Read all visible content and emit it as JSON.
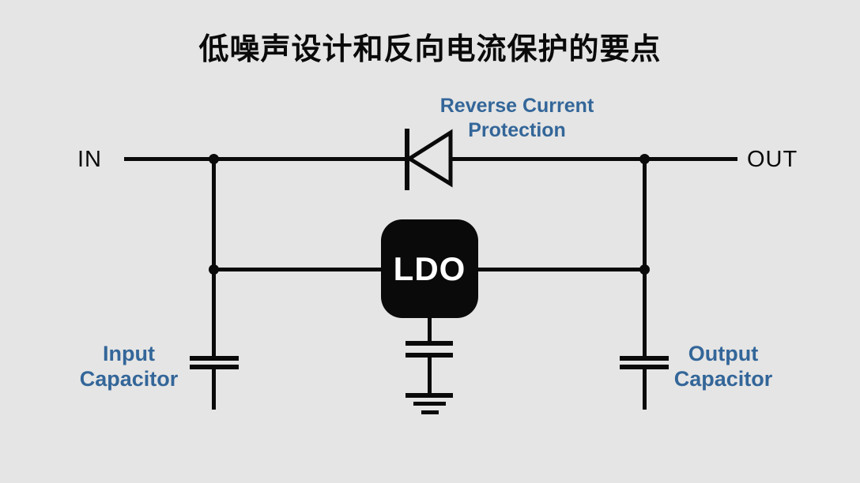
{
  "title": "低噪声设计和反向电流保护的要点",
  "colors": {
    "background": "#e5e5e5",
    "line": "#0a0a0a",
    "label_blue": "#336699",
    "ldo_text": "#ffffff"
  },
  "diagram": {
    "input_terminal": "IN",
    "output_terminal": "OUT",
    "diode_label_line1": "Reverse Current",
    "diode_label_line2": "Protection",
    "ldo_label": "LDO",
    "input_cap_label_line1": "Input",
    "input_cap_label_line2": "Capacitor",
    "output_cap_label_line1": "Output",
    "output_cap_label_line2": "Capacitor"
  }
}
